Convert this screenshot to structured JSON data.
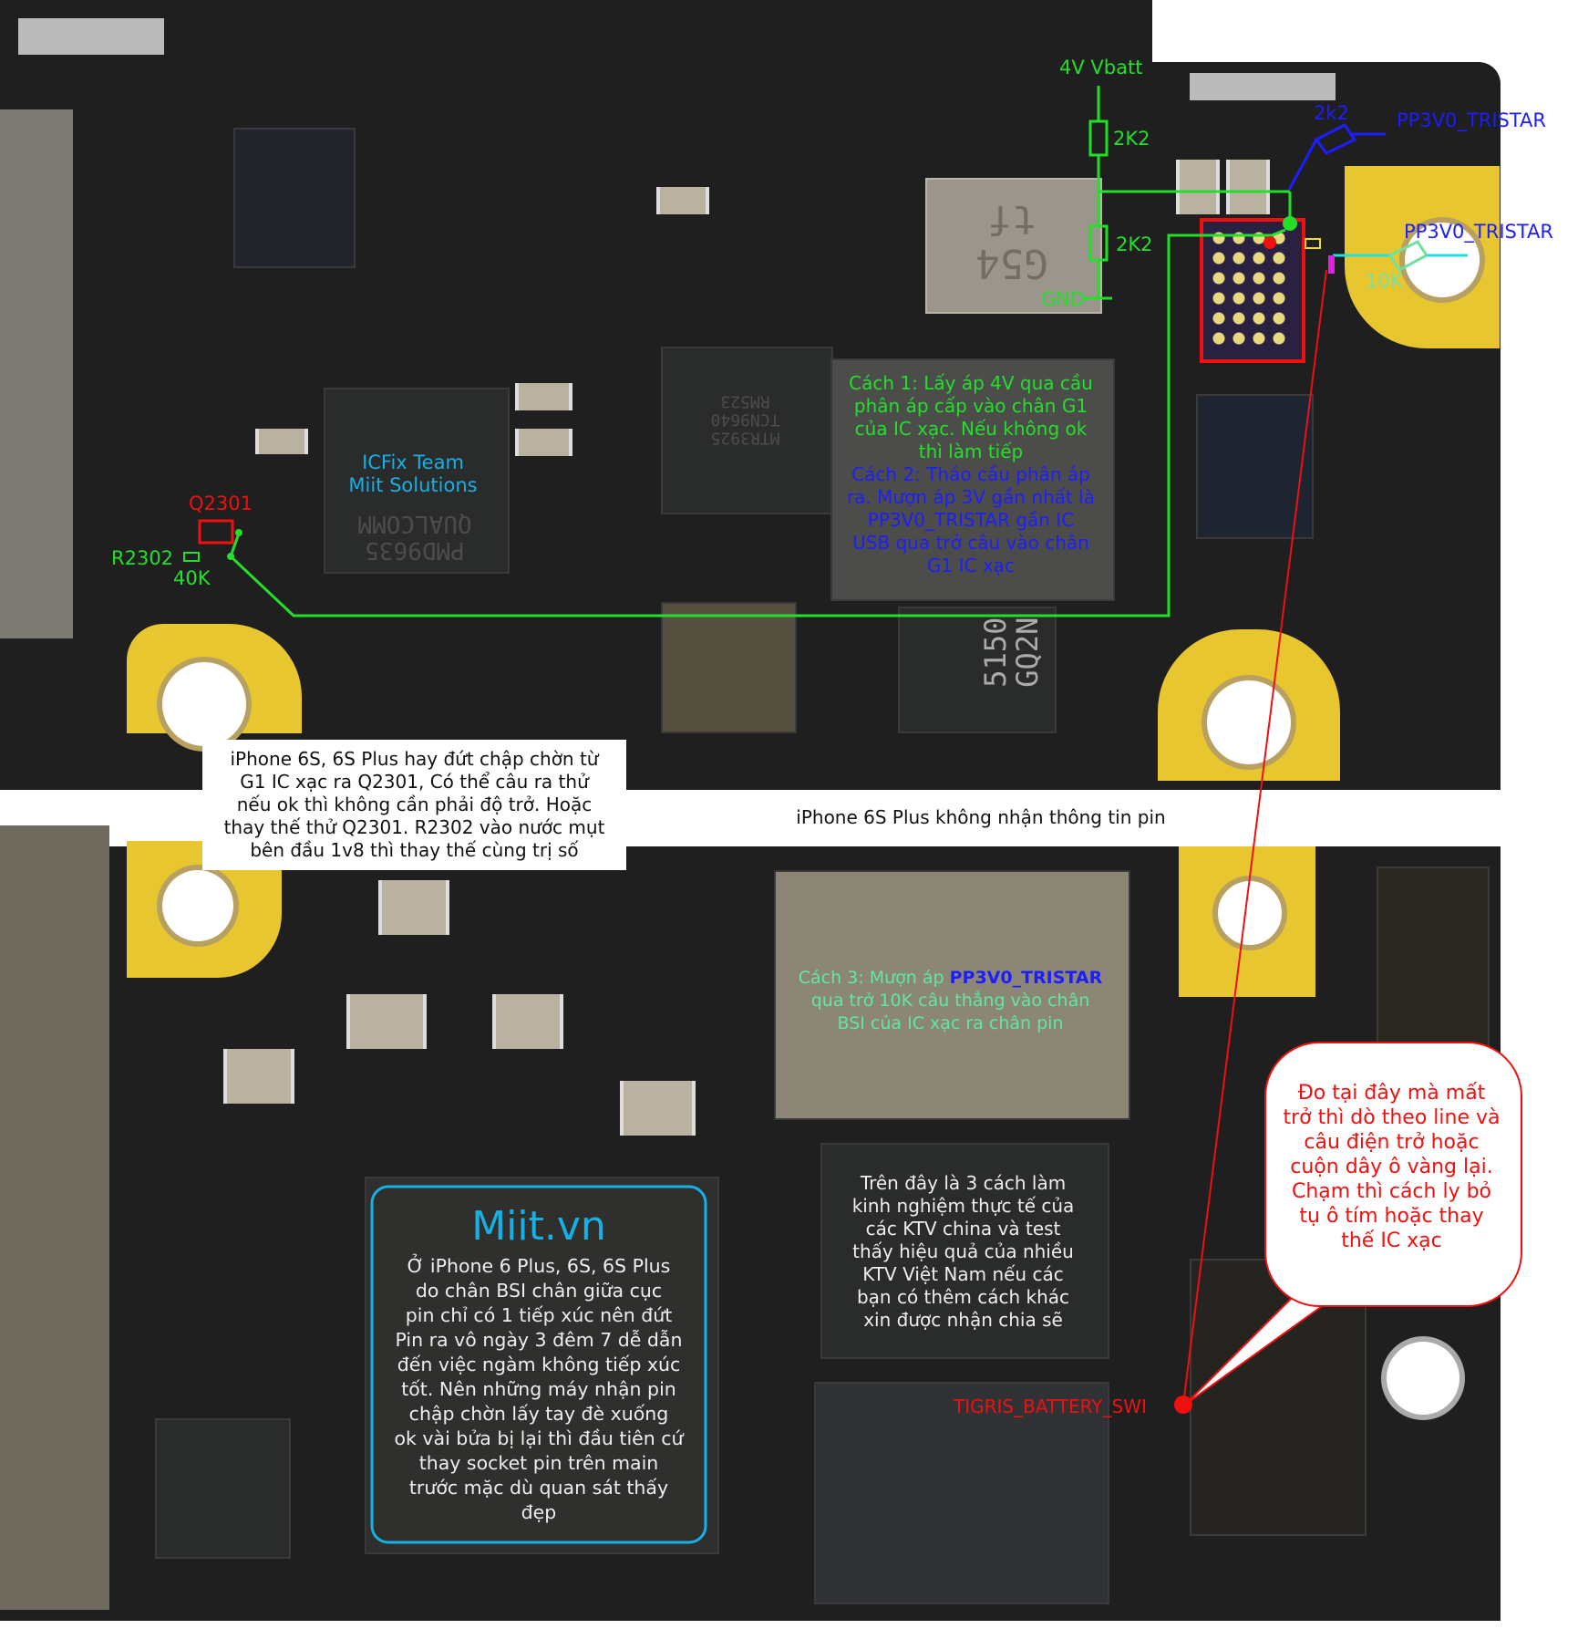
{
  "title": "iPhone 6S Plus không nhận thông tin pin",
  "colors": {
    "green": "#22e02a",
    "blue": "#1d1dff",
    "cyan": "#16b0e6",
    "red": "#f01010",
    "pad": "#e8c630",
    "board": "#1e1f1e"
  },
  "schematic": {
    "vbatt": "4V Vbatt",
    "r_top": "2K2",
    "r_bottom": "2K2",
    "gnd": "GND",
    "r_blue": "2k2",
    "tristar_1": "PP3V0_TRISTAR",
    "tristar_2": "PP3V0_TRISTAR",
    "r_10k": "10K"
  },
  "left_labels": {
    "q2301": "Q2301",
    "r2302": "R2302",
    "r2302_value": "40K",
    "team_line1": "ICFix Team",
    "team_line2": "Miit Solutions"
  },
  "method_box": {
    "method1": [
      "Cách 1: Lấy áp 4V qua cầu",
      "phân áp cấp vào chân G1",
      "của IC xạc. Nếu không ok",
      "thì làm tiếp"
    ],
    "method2": [
      "Cách 2: Tháo cầu phân áp",
      "ra. Mượn áp 3V gần nhất là",
      "PP3V0_TRISTAR gần IC",
      "USB qua trở câu vào chân",
      "G1 IC xạc"
    ]
  },
  "note_left": [
    "iPhone 6S, 6S Plus hay đứt chập chờn từ",
    "G1 IC xạc ra Q2301, Có thể câu ra thử",
    "nếu ok thì không cần phải độ trở. Hoặc",
    "thay thế thử Q2301. R2302 vào nước mụt",
    "bên đầu 1v8 thì thay thế cùng trị số"
  ],
  "method3": {
    "prefix": "Cách 3: Mượn áp ",
    "highlight": "PP3V0_TRISTAR",
    "line2": "qua trở 10K câu thẳng vào chân",
    "line3": "BSI của IC xạc ra chân pin"
  },
  "summary_box": [
    "Trên đây là 3 cách làm",
    "kinh nghiệm thực tế của",
    "các KTV china và test",
    "thấy hiệu quả của nhiều",
    "KTV Việt Nam nếu các",
    "bạn có thêm cách khác",
    "xin được nhận chia sẽ"
  ],
  "miit_box": {
    "brand": "Miit.vn",
    "lines": [
      "Ở iPhone 6 Plus, 6S, 6S Plus",
      "do chân BSI chân giữa cục",
      "pin chỉ có 1 tiếp xúc nên đứt",
      "Pin ra vô ngày 3 đêm 7 dễ dẫn",
      "đến việc ngàm không tiếp xúc",
      "tốt. Nên những máy nhận pin",
      "chập chờn lấy tay đè xuống",
      "ok vài bửa bị lại thì đầu tiên cứ",
      "thay socket pin trên main",
      "trước mặc dù quan sát thấy",
      "đẹp"
    ]
  },
  "red_callout": [
    "Đo tại đây mà mất",
    "trở thì dò theo line và",
    "câu điện trở hoặc",
    "cuộn dây ô vàng lại.",
    "Chạm thì cách ly bỏ",
    "tụ ô tím hoặc thay",
    "thế IC xạc"
  ],
  "tigris_label": "TIGRIS_BATTERY_SWI",
  "chip_marks": {
    "pmic": [
      "QUALCOMM",
      "PMD9635"
    ],
    "tf": [
      "tf",
      "G54"
    ],
    "gq": [
      "5150",
      "GQ2N"
    ],
    "rf": [
      "MTR3925",
      "TCN9640",
      "RM523"
    ]
  }
}
